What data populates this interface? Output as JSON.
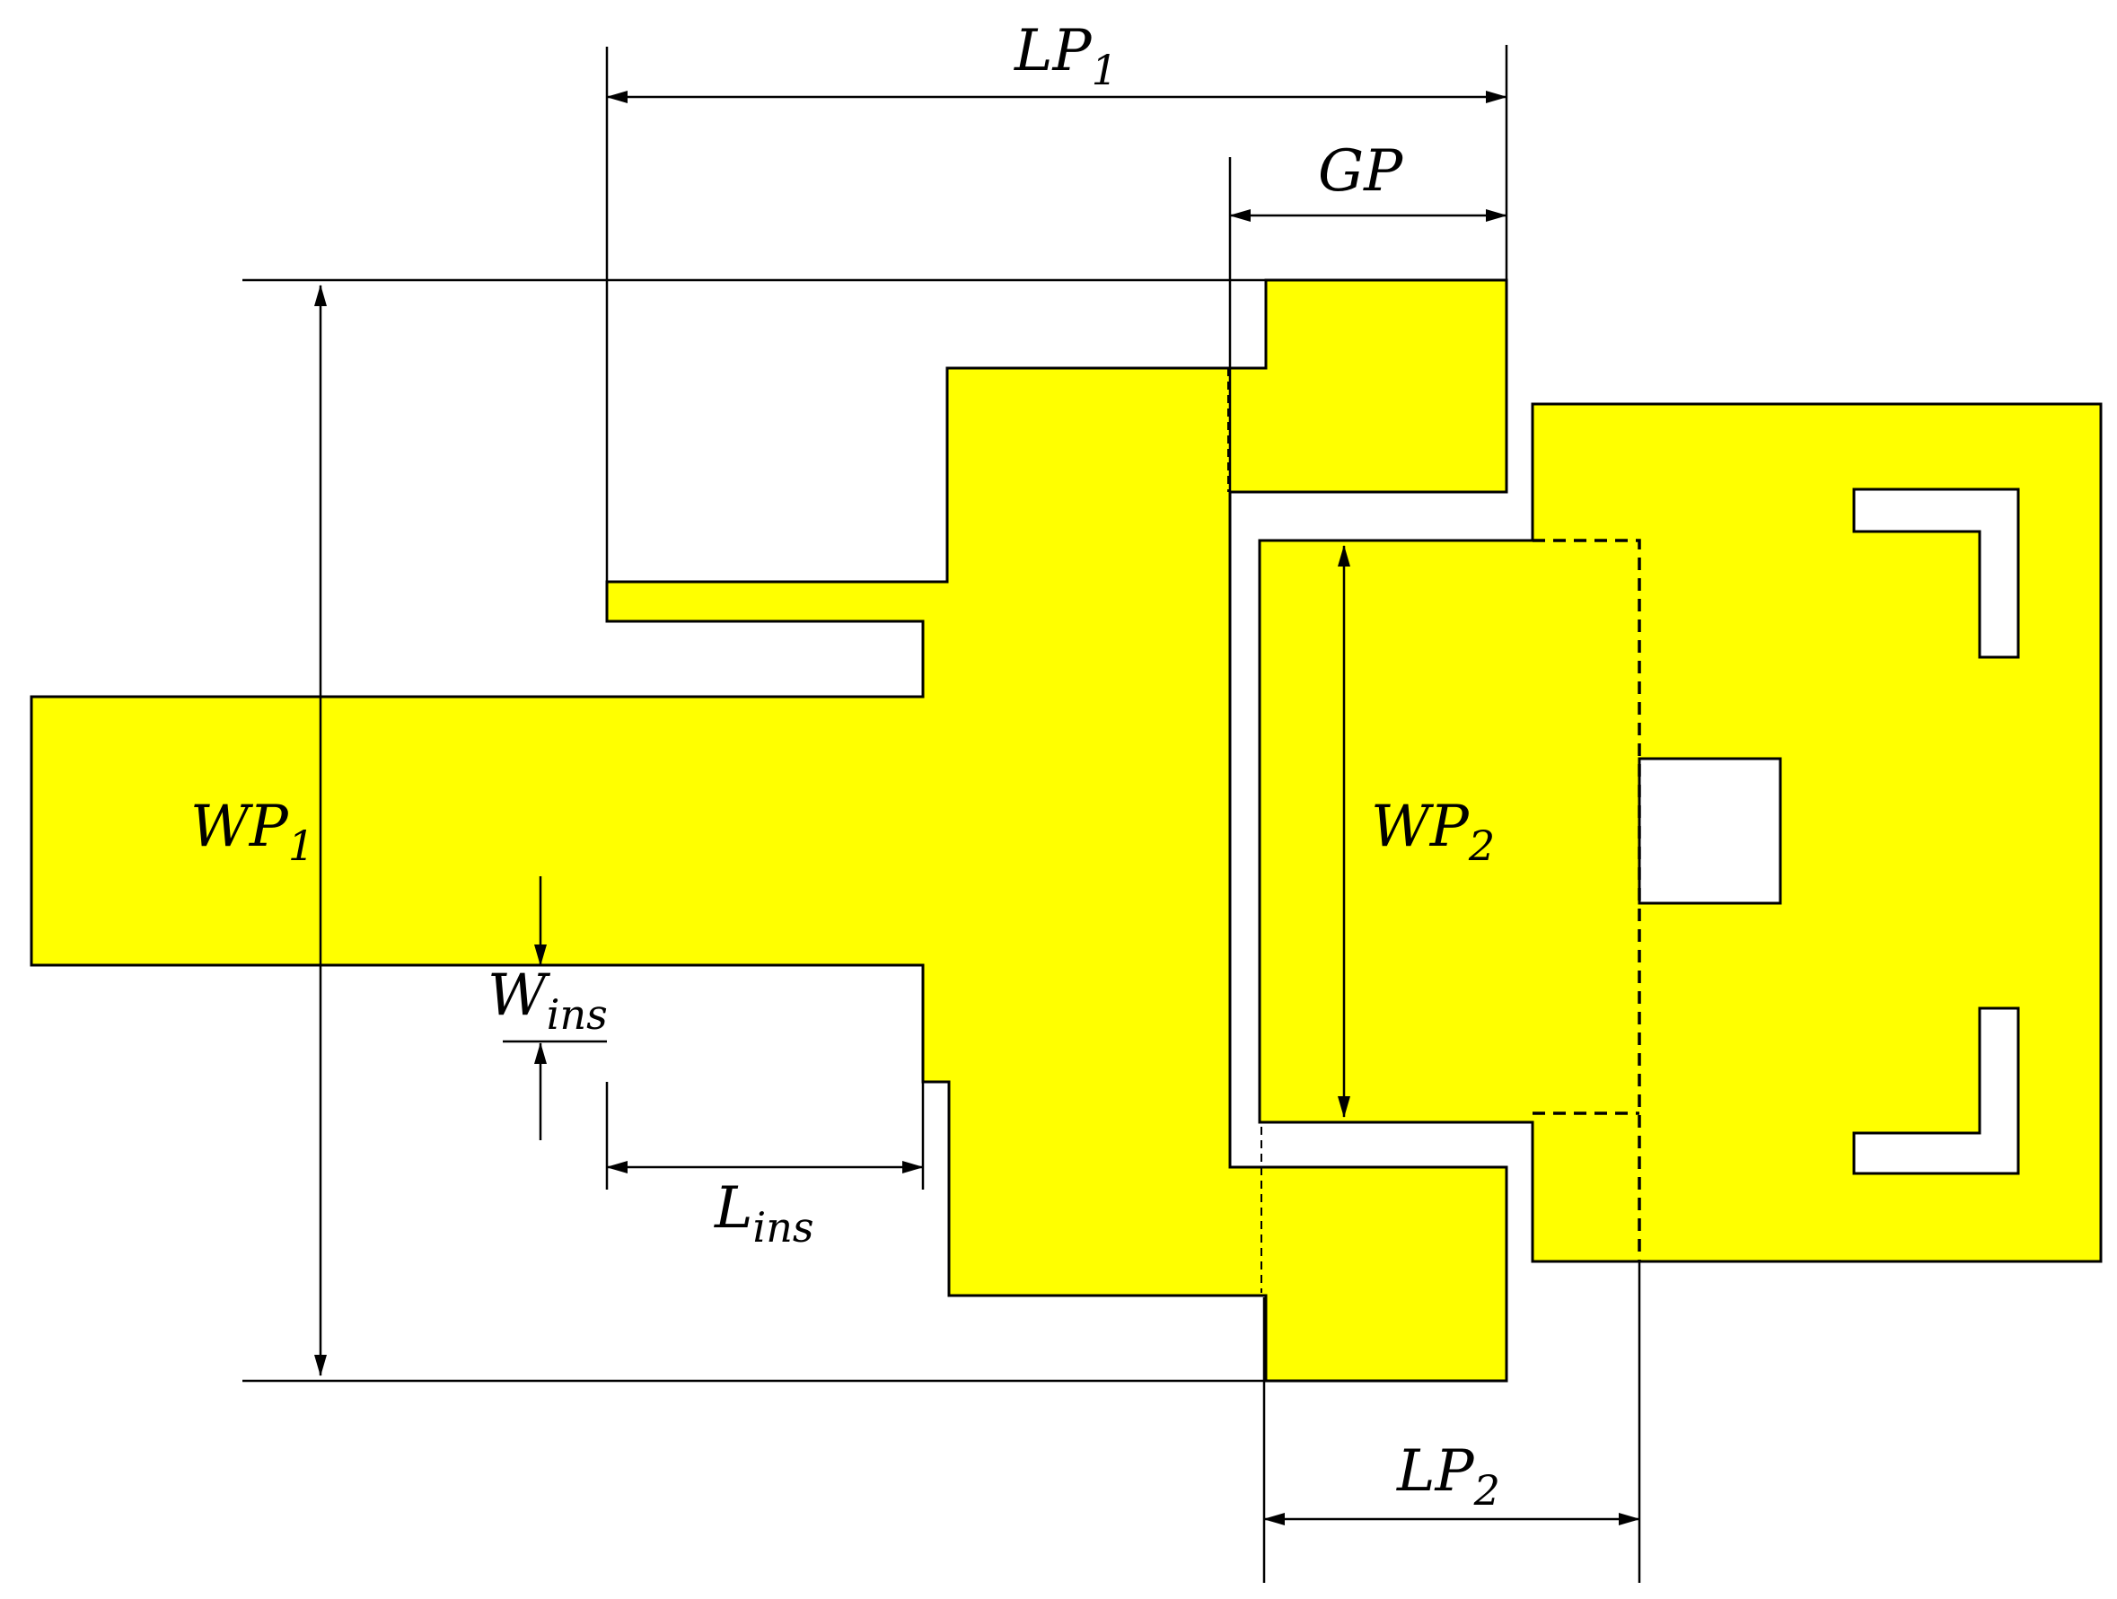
{
  "colors": {
    "conductor": "#ffff00",
    "line": "#000000",
    "background": "#ffffff"
  },
  "labels": {
    "lp1": {
      "main": "LP",
      "sub": "1"
    },
    "gp": {
      "main": "GP",
      "sub": ""
    },
    "wp1": {
      "main": "WP",
      "sub": "1"
    },
    "wp2": {
      "main": "WP",
      "sub": "2"
    },
    "wins": {
      "main": "W",
      "sub": "ins"
    },
    "lins": {
      "main": "L",
      "sub": "ins"
    },
    "lp2": {
      "main": "LP",
      "sub": "2"
    }
  }
}
